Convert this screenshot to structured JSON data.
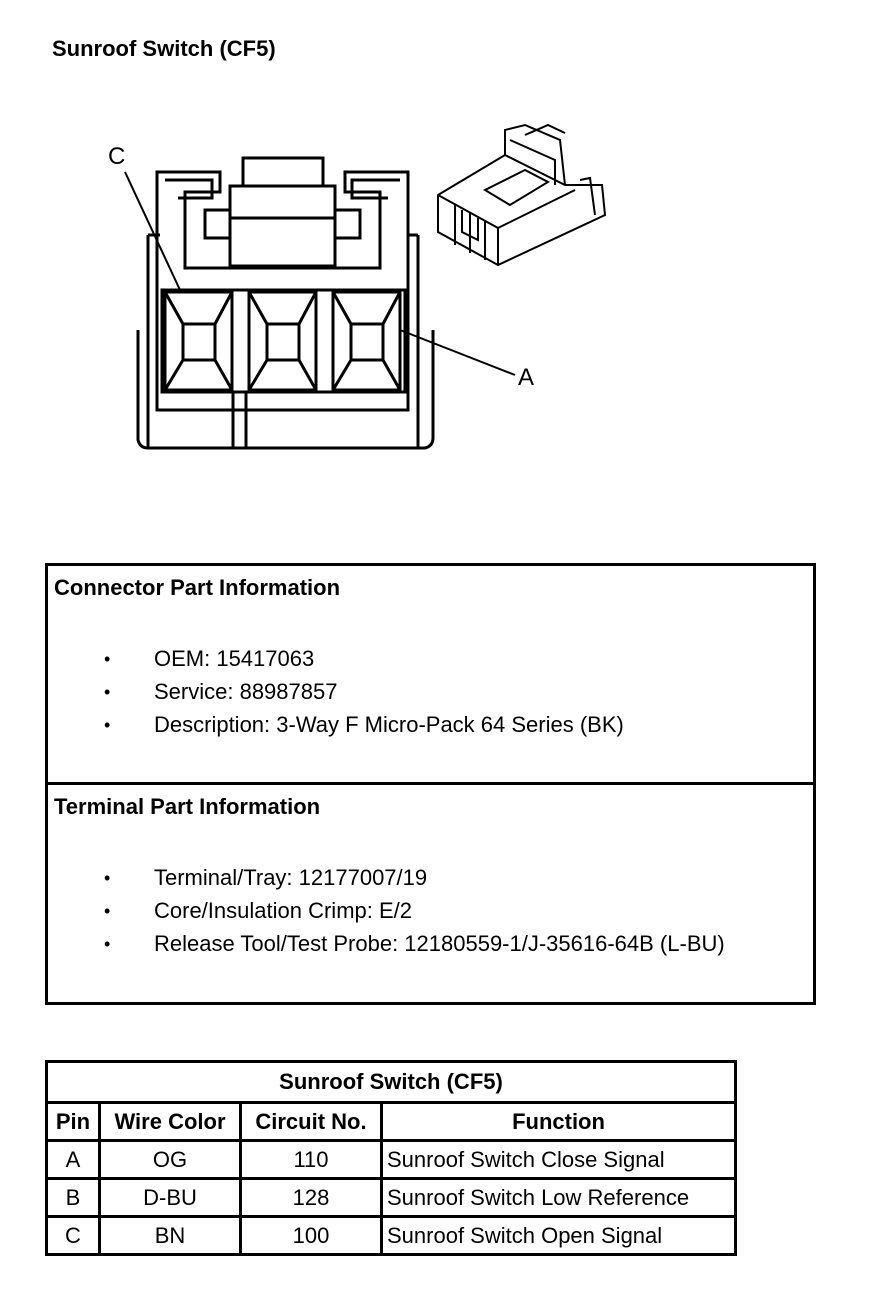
{
  "page": {
    "title": "Sunroof Switch (CF5)"
  },
  "diagram": {
    "label_c": "C",
    "label_a": "A"
  },
  "connector_info": {
    "heading": "Connector Part Information",
    "items": [
      "OEM: 15417063",
      "Service: 88987857",
      "Description: 3-Way F Micro-Pack 64 Series (BK)"
    ]
  },
  "terminal_info": {
    "heading": "Terminal Part Information",
    "items": [
      "Terminal/Tray: 12177007/19",
      "Core/Insulation Crimp: E/2",
      "Release Tool/Test Probe: 12180559-1/J-35616-64B (L-BU)"
    ]
  },
  "bullet_glyph": "•",
  "pin_table": {
    "title": "Sunroof Switch (CF5)",
    "headers": [
      "Pin",
      "Wire Color",
      "Circuit No.",
      "Function"
    ],
    "rows": [
      [
        "A",
        "OG",
        "110",
        "Sunroof Switch Close Signal"
      ],
      [
        "B",
        "D-BU",
        "128",
        "Sunroof Switch Low Reference"
      ],
      [
        "C",
        "BN",
        "100",
        "Sunroof Switch Open Signal"
      ]
    ]
  }
}
